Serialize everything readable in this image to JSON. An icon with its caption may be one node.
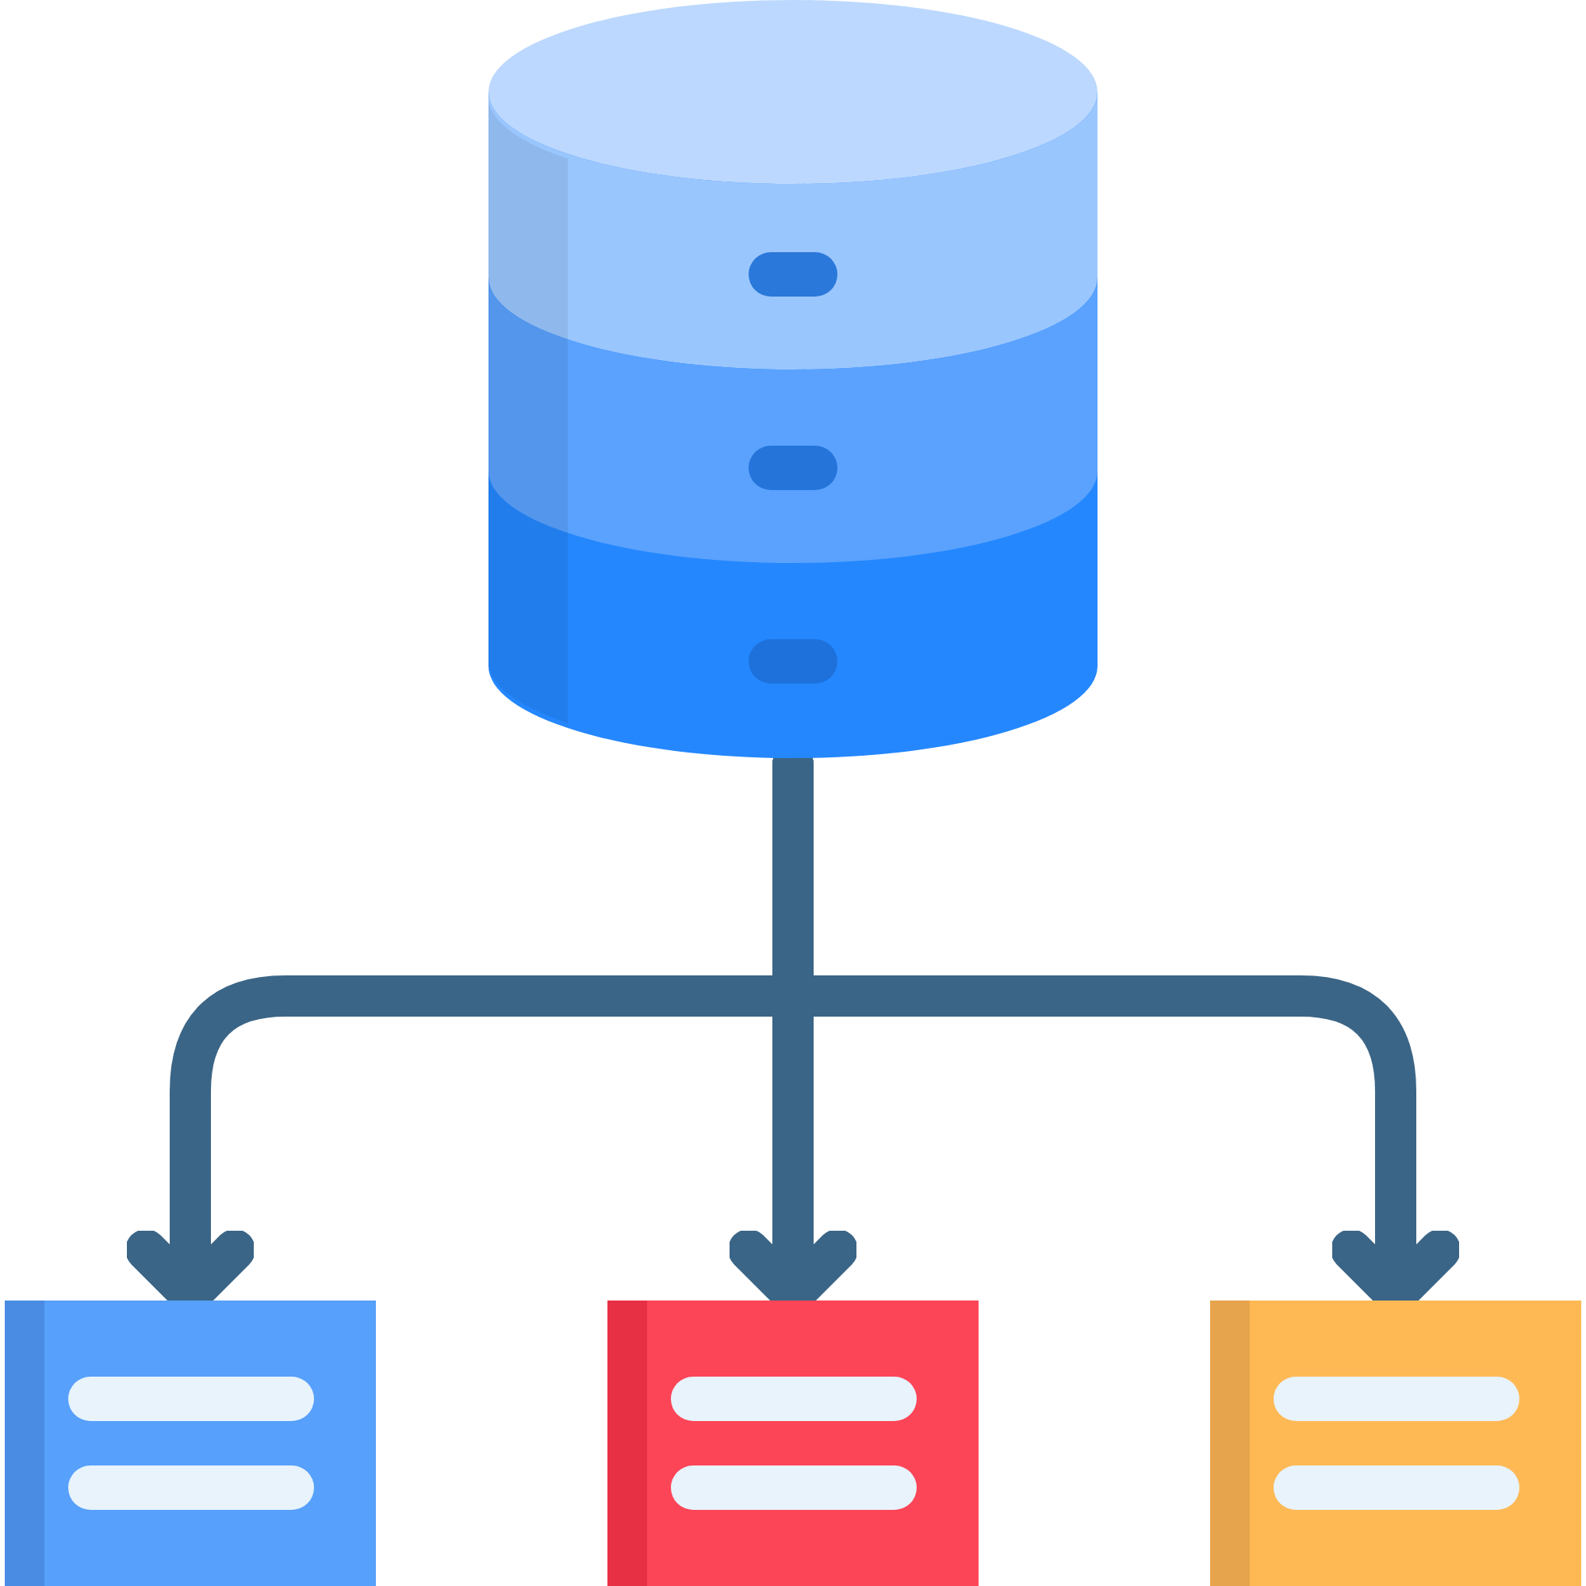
{
  "diagram": {
    "nodes": [
      {
        "text": [],
        "shape": "cylinder"
      },
      {
        "text": [],
        "shape": "box"
      },
      {
        "text": [],
        "shape": "box"
      },
      {
        "text": [],
        "shape": "box"
      }
    ],
    "edges": [
      {
        "from": 0,
        "to": 1,
        "arrow": "to"
      },
      {
        "from": 0,
        "to": 2,
        "arrow": "to"
      },
      {
        "from": 0,
        "to": 3,
        "arrow": "to"
      }
    ]
  }
}
